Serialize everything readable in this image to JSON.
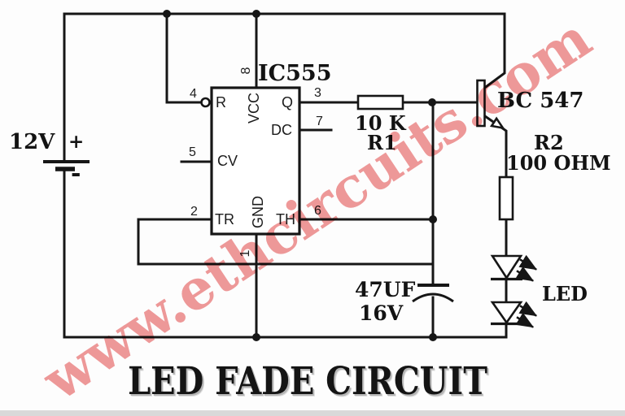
{
  "theme": {
    "wire": "#161616",
    "watermark": "#ec8383",
    "paper": "#fdfdfd",
    "footer_strip": "#d9d9d9"
  },
  "watermark": {
    "text": "www.ethcircuits.com"
  },
  "title": {
    "text": "LED FADE CIRCUIT"
  },
  "battery": {
    "voltage": "12V",
    "plus": "+",
    "minus": "-"
  },
  "ic555": {
    "name": "IC555",
    "pins": {
      "reset": {
        "num": "4",
        "label": "R"
      },
      "vcc": {
        "num": "8",
        "label": "VCC"
      },
      "output": {
        "num": "3",
        "label": "Q"
      },
      "discharge": {
        "num": "7",
        "label": "DC"
      },
      "control": {
        "num": "5",
        "label": "CV"
      },
      "trigger": {
        "num": "2",
        "label": "TR"
      },
      "ground": {
        "num": "1",
        "label": "GND"
      },
      "threshold": {
        "num": "6",
        "label": "TH"
      }
    }
  },
  "r1": {
    "value": "10 K",
    "name": "R1"
  },
  "transistor": {
    "name": "BC 547"
  },
  "r2": {
    "name": "R2",
    "value": "100 OHM"
  },
  "capacitor": {
    "value": "47UF",
    "rating": "16V"
  },
  "led": {
    "label": "LED"
  }
}
